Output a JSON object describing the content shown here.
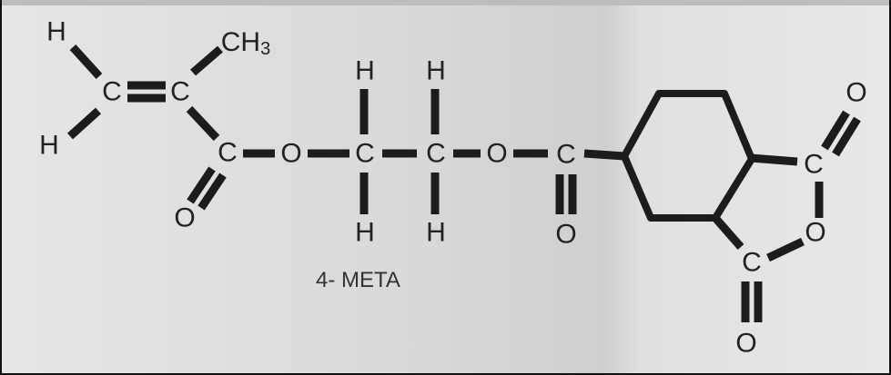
{
  "diagram": {
    "caption": "4- META",
    "atoms": [
      {
        "id": "h1",
        "label": "H"
      },
      {
        "id": "h2",
        "label": "H"
      },
      {
        "id": "c1",
        "label": "C"
      },
      {
        "id": "c2",
        "label": "C"
      },
      {
        "id": "ch3",
        "label": "CH",
        "sub": "3"
      },
      {
        "id": "c3",
        "label": "C"
      },
      {
        "id": "o_carbonyl1",
        "label": "O"
      },
      {
        "id": "o1",
        "label": "O"
      },
      {
        "id": "c4",
        "label": "C"
      },
      {
        "id": "h4a",
        "label": "H"
      },
      {
        "id": "h4b",
        "label": "H"
      },
      {
        "id": "c5",
        "label": "C"
      },
      {
        "id": "h5a",
        "label": "H"
      },
      {
        "id": "h5b",
        "label": "H"
      },
      {
        "id": "o2",
        "label": "O"
      },
      {
        "id": "c6",
        "label": "C"
      },
      {
        "id": "o_carbonyl2",
        "label": "O"
      },
      {
        "id": "c7",
        "label": "C"
      },
      {
        "id": "o_anhydride_top",
        "label": "O"
      },
      {
        "id": "o_ring",
        "label": "O"
      },
      {
        "id": "c8",
        "label": "C"
      },
      {
        "id": "o_anhydride_bottom",
        "label": "O"
      }
    ]
  }
}
